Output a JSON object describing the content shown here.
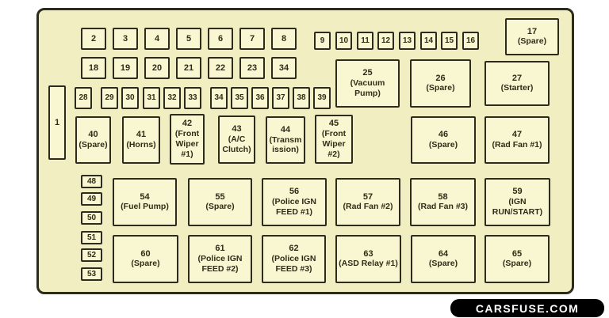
{
  "panel": {
    "row1_large": [
      "2",
      "3",
      "4",
      "5",
      "6",
      "7",
      "8"
    ],
    "row1_small": [
      "9",
      "10",
      "11",
      "12",
      "13",
      "14",
      "15",
      "16"
    ],
    "row2_large": [
      "18",
      "19",
      "20",
      "21",
      "22",
      "23",
      "34"
    ],
    "row3_small": [
      "28",
      "29",
      "30",
      "31",
      "32",
      "33",
      "34",
      "35",
      "36",
      "37",
      "38",
      "39"
    ],
    "left_tall": "1",
    "left_col": [
      "48",
      "49",
      "50",
      "51",
      "52",
      "53"
    ],
    "labeled": {
      "f17": {
        "num": "17",
        "label": "(Spare)"
      },
      "f25": {
        "num": "25",
        "label": "(Vacuum Pump)"
      },
      "f26": {
        "num": "26",
        "label": "(Spare)"
      },
      "f27": {
        "num": "27",
        "label": "(Starter)"
      },
      "f40": {
        "num": "40",
        "label": "(Spare)"
      },
      "f41": {
        "num": "41",
        "label": "(Horns)"
      },
      "f42": {
        "num": "42",
        "label": "(Front Wiper #1)"
      },
      "f43": {
        "num": "43",
        "label": "(A/C Clutch)"
      },
      "f44": {
        "num": "44",
        "label": "(Transmission)"
      },
      "f45": {
        "num": "45",
        "label": "(Front Wiper #2)"
      },
      "f46": {
        "num": "46",
        "label": "(Spare)"
      },
      "f47": {
        "num": "47",
        "label": "(Rad Fan #1)"
      },
      "f54": {
        "num": "54",
        "label": "(Fuel Pump)"
      },
      "f55": {
        "num": "55",
        "label": "(Spare)"
      },
      "f56": {
        "num": "56",
        "label": "(Police IGN FEED #1)"
      },
      "f57": {
        "num": "57",
        "label": "(Rad Fan #2)"
      },
      "f58": {
        "num": "58",
        "label": "(Rad Fan #3)"
      },
      "f59": {
        "num": "59",
        "label": "(IGN RUN/START)"
      },
      "f60": {
        "num": "60",
        "label": "(Spare)"
      },
      "f61": {
        "num": "61",
        "label": "(Police IGN FEED #2)"
      },
      "f62": {
        "num": "62",
        "label": "(Police IGN FEED #3)"
      },
      "f63": {
        "num": "63",
        "label": "(ASD Relay #1)"
      },
      "f64": {
        "num": "64",
        "label": "(Spare)"
      },
      "f65": {
        "num": "65",
        "label": "(Spare)"
      }
    }
  },
  "watermark": {
    "text": "CARSFUSE.COM"
  },
  "colors": {
    "panel_fill": "#f1eec1",
    "box_fill": "#f9f6d2",
    "line": "#2d2b1d",
    "ink": "#2f2d18",
    "page_bg": "#ffffff",
    "wm_bg": "#000000",
    "wm_ink": "#ffffff"
  }
}
